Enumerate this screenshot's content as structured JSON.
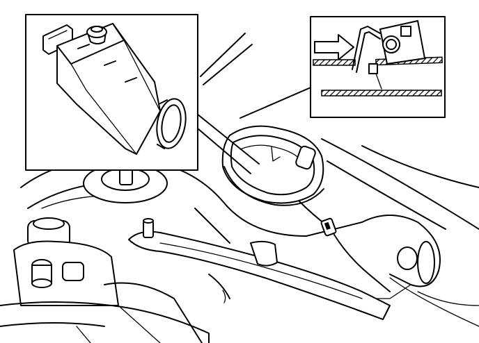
{
  "figure": {
    "background": "#ffffff",
    "ink": "#000000",
    "parts": [
      "engine-bay",
      "strut-tower",
      "coolant-reservoir",
      "grommet",
      "strut-brace",
      "cable",
      "clip"
    ],
    "insets": [
      "reservoir-detail-inset",
      "mounting-direction-inset"
    ],
    "arrow_direction": "right"
  }
}
